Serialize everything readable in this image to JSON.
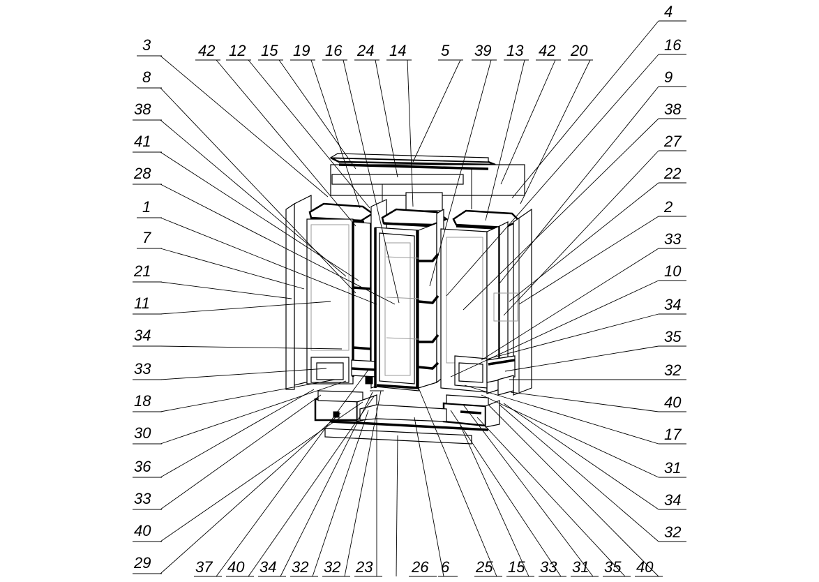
{
  "callouts": {
    "top": [
      "42",
      "12",
      "15",
      "19",
      "16",
      "24",
      "14",
      "5",
      "39",
      "13",
      "42",
      "20"
    ],
    "left": [
      "3",
      "8",
      "38",
      "41",
      "28",
      "1",
      "7",
      "21",
      "11",
      "34",
      "33",
      "18",
      "30",
      "36",
      "33",
      "40",
      "29"
    ],
    "right": [
      "4",
      "16",
      "9",
      "38",
      "27",
      "22",
      "2",
      "33",
      "10",
      "34",
      "35",
      "32",
      "40",
      "17",
      "31",
      "34",
      "32"
    ],
    "bottom": [
      "37",
      "40",
      "34",
      "32",
      "32",
      "23",
      "26",
      "6",
      "25",
      "15",
      "33",
      "31",
      "35",
      "40"
    ]
  }
}
